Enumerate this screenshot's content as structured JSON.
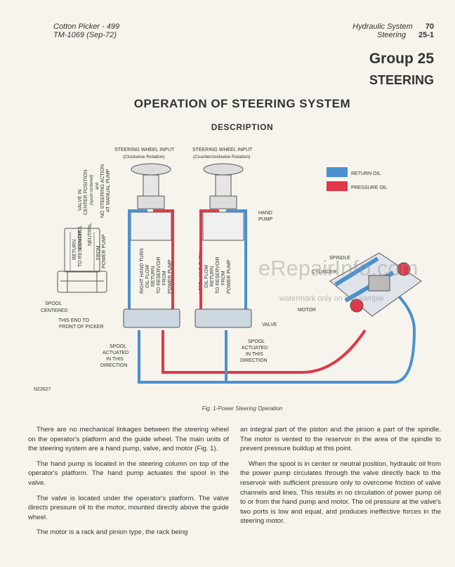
{
  "header": {
    "left_line1": "Cotton Picker - 499",
    "left_line2": "TM-1069   (Sep-72)",
    "right_line1": "Hydraulic System",
    "right_num1": "70",
    "right_line2": "Steering",
    "right_num2": "25-1"
  },
  "group_title": "Group 25",
  "section_title": "STEERING",
  "main_title": "OPERATION OF STEERING SYSTEM",
  "subtitle": "DESCRIPTION",
  "figure": {
    "caption": "Fig. 1-Power Steering Operation",
    "code": "N22627",
    "colors": {
      "return_oil": "#4a90d0",
      "pressure_oil": "#e03848"
    },
    "legend": {
      "return_oil": "RETURN OIL",
      "pressure_oil": "PRESSURE OIL"
    },
    "labels": {
      "wheel_input_cw": "STEERING WHEEL INPUT",
      "wheel_input_cw_sub": "(Clockwise Rotation)",
      "wheel_input_ccw": "STEERING WHEEL INPUT",
      "wheel_input_ccw_sub": "(Counterclockwise Rotation)",
      "vertical_top_1": "VALVE IN",
      "vertical_top_2": "CENTER POSITION",
      "vertical_top_3": "(spool centered)",
      "vertical_top_4": "and",
      "vertical_top_5": "NO STEERING ACTION",
      "vertical_top_6": "AT MANUAL PUMP",
      "vertical_left_1": "CONTROL",
      "vertical_left_2": "RETURN",
      "vertical_left_3": "TO RESERVOIR",
      "vertical_left_4": "NEUTRAL",
      "vertical_left_5": "FROM",
      "vertical_left_6": "POWER PUMP",
      "right_turn_1": "RIGHT HAND TURN",
      "right_turn_2": "OIL FLOW",
      "right_turn_3": "RETURN",
      "right_turn_4": "TO RESERVOIR",
      "right_turn_5": "FROM",
      "right_turn_6": "POWER PUMP",
      "left_turn_1": "LEFT HAND TURN",
      "left_turn_2": "OIL FLOW",
      "left_turn_3": "RETURN",
      "left_turn_4": "TO RESERVOIR",
      "left_turn_5": "FROM",
      "left_turn_6": "POWER PUMP",
      "hand_pump_1": "HAND",
      "hand_pump_2": "PUMP",
      "spindle": "SPINDLE",
      "cylinder": "CYLINDER",
      "motor": "MOTOR",
      "valve": "VALVE",
      "spool_centered_1": "SPOOL",
      "spool_centered_2": "CENTERED",
      "this_end_1": "THIS END TO",
      "this_end_2": "FRONT OF PICKER",
      "spool_act_a_1": "SPOOL",
      "spool_act_a_2": "ACTUATED",
      "spool_act_a_3": "IN THIS",
      "spool_act_a_4": "DIRECTION",
      "spool_act_b_1": "SPOOL",
      "spool_act_b_2": "ACTUATED",
      "spool_act_b_3": "IN THIS",
      "spool_act_b_4": "DIRECTION"
    }
  },
  "watermark": {
    "big": "eRepairInfo.com",
    "small": "watermark only on this sample"
  },
  "body": {
    "left": [
      "There are no mechanical linkages between the steering wheel on the operator's platform and the guide wheel. The main units of the steering system are a hand pump, valve, and motor (Fig. 1).",
      "The hand pump is located in the steering column on top of the operator's platform. The hand pump actuates the spool in the valve.",
      "The valve is located under the operator's platform. The valve directs pressure oil to the motor, mounted directly above the guide wheel.",
      "The motor is a rack and pinion type, the rack being"
    ],
    "right": [
      "an integral part of the piston and the pinion a part of the spindle. The motor is vented to the reservoir in the area of the spindle to prevent pressure buildup at this point.",
      "When the spool is in center or neutral position, hydraulic oil from the power pump circulates through the valve directly back to the reservoir with sufficient pressure only to overcome friction of valve channels and lines. This results in no circulation of power pump oil to or from the hand pump and motor. The oil pressure at the valve's two ports is low and equal, and produces ineffective forces in the steering motor."
    ]
  }
}
